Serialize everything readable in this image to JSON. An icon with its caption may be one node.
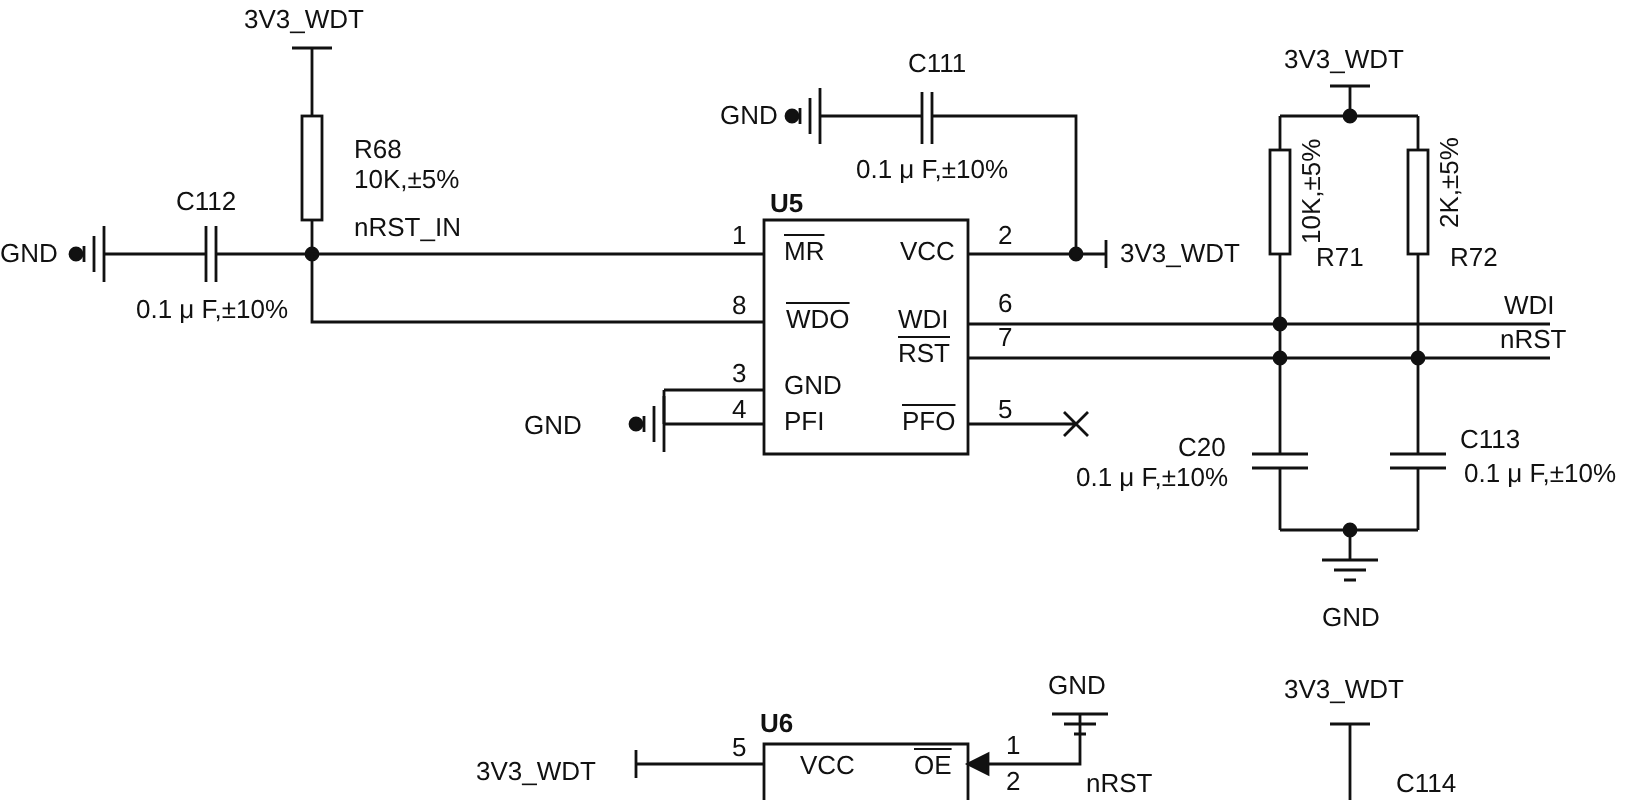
{
  "diagram": {
    "nodes": [
      {
        "text": [
          "U5",
          "MR",
          "VCC",
          "WDO",
          "WDI",
          "RST",
          "GND",
          "PFI",
          "PFO"
        ],
        "beside": [
          "1",
          "2",
          "8",
          "6",
          "7",
          "3",
          "4",
          "5"
        ]
      },
      {
        "text": [
          "U6",
          "VCC",
          "OE"
        ],
        "beside": [
          "5",
          "1",
          "2"
        ]
      }
    ],
    "labels": [
      "3V3_WDT",
      "R68",
      "10K,±5%",
      "nRST_IN",
      "C112",
      "GND",
      "0.1 μ F,±10%",
      "C111",
      "GND",
      "0.1 μ F,±10%",
      "3V3_WDT",
      "3V3_WDT",
      "10K,±5%",
      "R71",
      "2K,±5%",
      "R72",
      "WDI",
      "nRST",
      "GND",
      "C20",
      "0.1 μ F,±10%",
      "C113",
      "0.1 μ F,±10%",
      "GND",
      "GND",
      "3V3_WDT",
      "nRST",
      "3V3_WDT",
      "C114"
    ]
  }
}
